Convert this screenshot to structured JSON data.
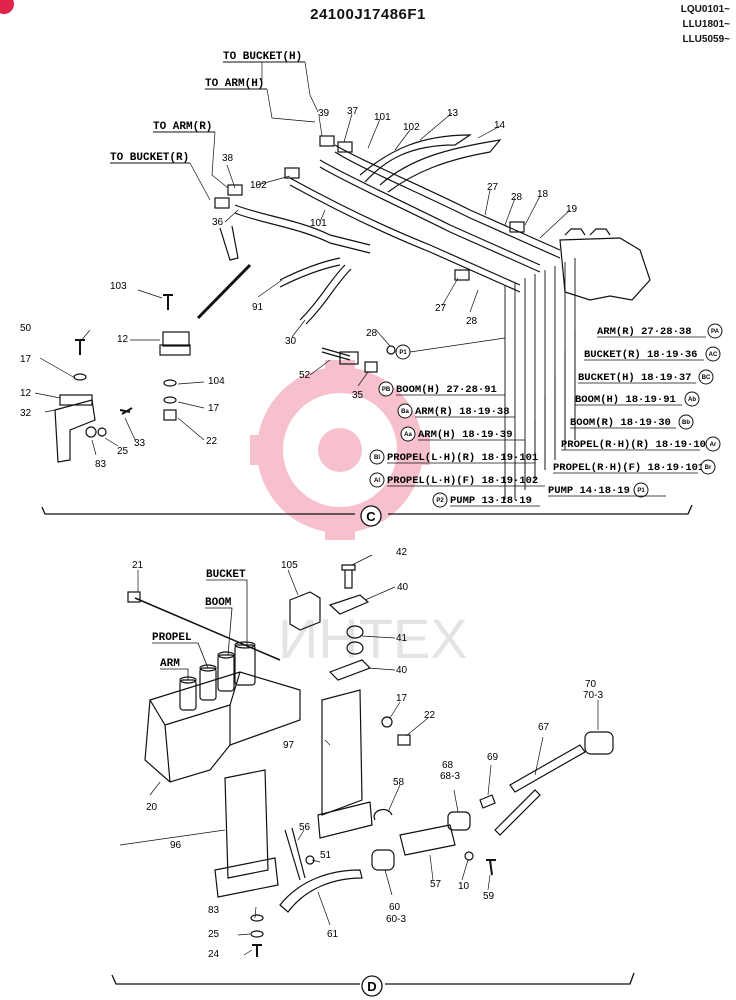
{
  "title": "24100J17486F1",
  "serials": [
    "LQU0101~",
    "LLU1801~",
    "LLU5059~"
  ],
  "watermark": "ИНTEX",
  "section_c": {
    "marker": "C",
    "hose_labels": [
      "TO BUCKET(H)",
      "TO ARM(H)",
      "TO ARM(R)",
      "TO BUCKET(R)"
    ],
    "ports": [
      {
        "text": "ARM(R) 27·28·38",
        "code": "PA"
      },
      {
        "text": "BUCKET(R) 18·19·36",
        "code": "AC"
      },
      {
        "text": "BUCKET(H) 18·19·37",
        "code": "BC"
      },
      {
        "text": "BOOM(H) 18·19·91",
        "code": "Ab"
      },
      {
        "text": "BOOM(R) 18·19·30",
        "code": "Bb"
      },
      {
        "text": "PROPEL(R·H)(R) 18·19·102",
        "code": "Ar"
      },
      {
        "text": "PROPEL(R·H)(F) 18·19·101",
        "code": "Br"
      },
      {
        "text": "PUMP 14·18·19",
        "code": "P1"
      },
      {
        "text": "BOOM(H) 27·28·91",
        "code": "PB"
      },
      {
        "text": "ARM(R) 18·19·38",
        "code": "Ba"
      },
      {
        "text": "ARM(H) 18·19·39",
        "code": "Aa"
      },
      {
        "text": "PROPEL(L·H)(R) 18·19·101",
        "code": "Bl"
      },
      {
        "text": "PROPEL(L·H)(F) 18·19·102",
        "code": "Al"
      },
      {
        "text": "PUMP 13·18·19",
        "code": "P2"
      }
    ],
    "pilot_code": "P1",
    "parts": [
      "39",
      "37",
      "101",
      "102",
      "13",
      "14",
      "38",
      "102",
      "27",
      "28",
      "18",
      "19",
      "36",
      "101",
      "103",
      "12",
      "50",
      "17",
      "12",
      "32",
      "83",
      "25",
      "33",
      "104",
      "17",
      "22",
      "91",
      "30",
      "28",
      "52",
      "35",
      "27",
      "28"
    ]
  },
  "section_d": {
    "marker": "D",
    "valve_labels": [
      "BUCKET",
      "BOOM",
      "PROPEL",
      "ARM"
    ],
    "parts": [
      "21",
      "105",
      "42",
      "40",
      "41",
      "40",
      "17",
      "22",
      "20",
      "97",
      "96",
      "58",
      "56",
      "51",
      "61",
      "83",
      "25",
      "24",
      "60",
      "60-3",
      "57",
      "10",
      "59",
      "68",
      "68-3",
      "69",
      "67",
      "70",
      "70-3"
    ]
  }
}
